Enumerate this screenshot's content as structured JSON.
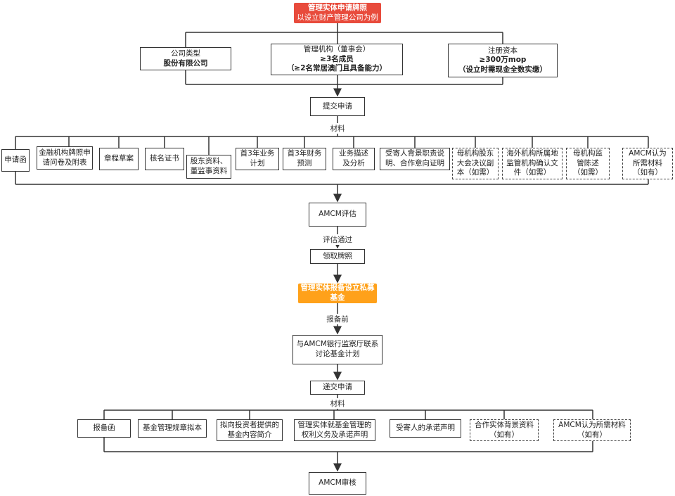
{
  "title": {
    "line1": "管理实体申请牌照",
    "line2": "以设立财产管理公司为例"
  },
  "requirements": [
    {
      "line1": "公司类型",
      "line2": "股份有限公司"
    },
    {
      "line1": "管理机构（董事会）",
      "line2": "≥3名成员",
      "line3": "（≥2名常居澳门且具备能力）"
    },
    {
      "line1": "注册资本",
      "line2": "≥300万mop",
      "line3": "（设立时需现金全数实缴）"
    }
  ],
  "submit_application": "提交申请",
  "materials_label": "材料",
  "materials": [
    {
      "line1": "申请函",
      "line2": "",
      "line3": ""
    },
    {
      "line1": "金融机构牌照申",
      "line2": "请问卷及附表",
      "line3": ""
    },
    {
      "line1": "章程草案",
      "line2": "",
      "line3": ""
    },
    {
      "line1": "核名证书",
      "line2": "",
      "line3": ""
    },
    {
      "line1": "股东资料、",
      "line2": "董监事资料",
      "line3": ""
    },
    {
      "line1": "首3年业务",
      "line2": "计划",
      "line3": ""
    },
    {
      "line1": "首3年财务",
      "line2": "预测",
      "line3": ""
    },
    {
      "line1": "业务描述",
      "line2": "及分析",
      "line3": ""
    },
    {
      "line1": "受寄人背景职责说",
      "line2": "明、合作意向证明",
      "line3": ""
    },
    {
      "line1": "母机构股东",
      "line2": "大会决议副",
      "line3": "本（如需）"
    },
    {
      "line1": "海外机构所属地",
      "line2": "监管机构确认文",
      "line3": "件（如需）"
    },
    {
      "line1": "母机构监",
      "line2": "管陈述",
      "line3": "（如需）"
    },
    {
      "line1": "AMCM认为",
      "line2": "所需材料",
      "line3": "（如有）"
    }
  ],
  "amcm_assess": "AMCM评估",
  "assess_pass": "评估通过",
  "get_license": "领取牌照",
  "fund_report": {
    "line1": "管理实体报备设立私募",
    "line2": "基金"
  },
  "before_report": "报备前",
  "contact": {
    "line1": "与AMCM银行监察厅联系",
    "line2": "讨论基金计划"
  },
  "submit_application2": "递交申请",
  "materials_label2": "材料",
  "materials2": [
    {
      "line1": "报备函",
      "line2": ""
    },
    {
      "line1": "基金管理规章拟本",
      "line2": ""
    },
    {
      "line1": "拟向投资者提供的",
      "line2": "基金内容简介"
    },
    {
      "line1": "管理实体就基金管理的",
      "line2": "权利义务及承诺声明"
    },
    {
      "line1": "受寄人的承诺声明",
      "line2": ""
    },
    {
      "line1": "合作实体背景资料",
      "line2": "（如有）"
    },
    {
      "line1": "AMCM认为所需材料",
      "line2": "（如有）"
    }
  ],
  "amcm_review": "AMCM审核",
  "colors": {
    "title_bg": "#e84b3c",
    "fund_bg": "#ffa11a",
    "line": "#333333"
  }
}
